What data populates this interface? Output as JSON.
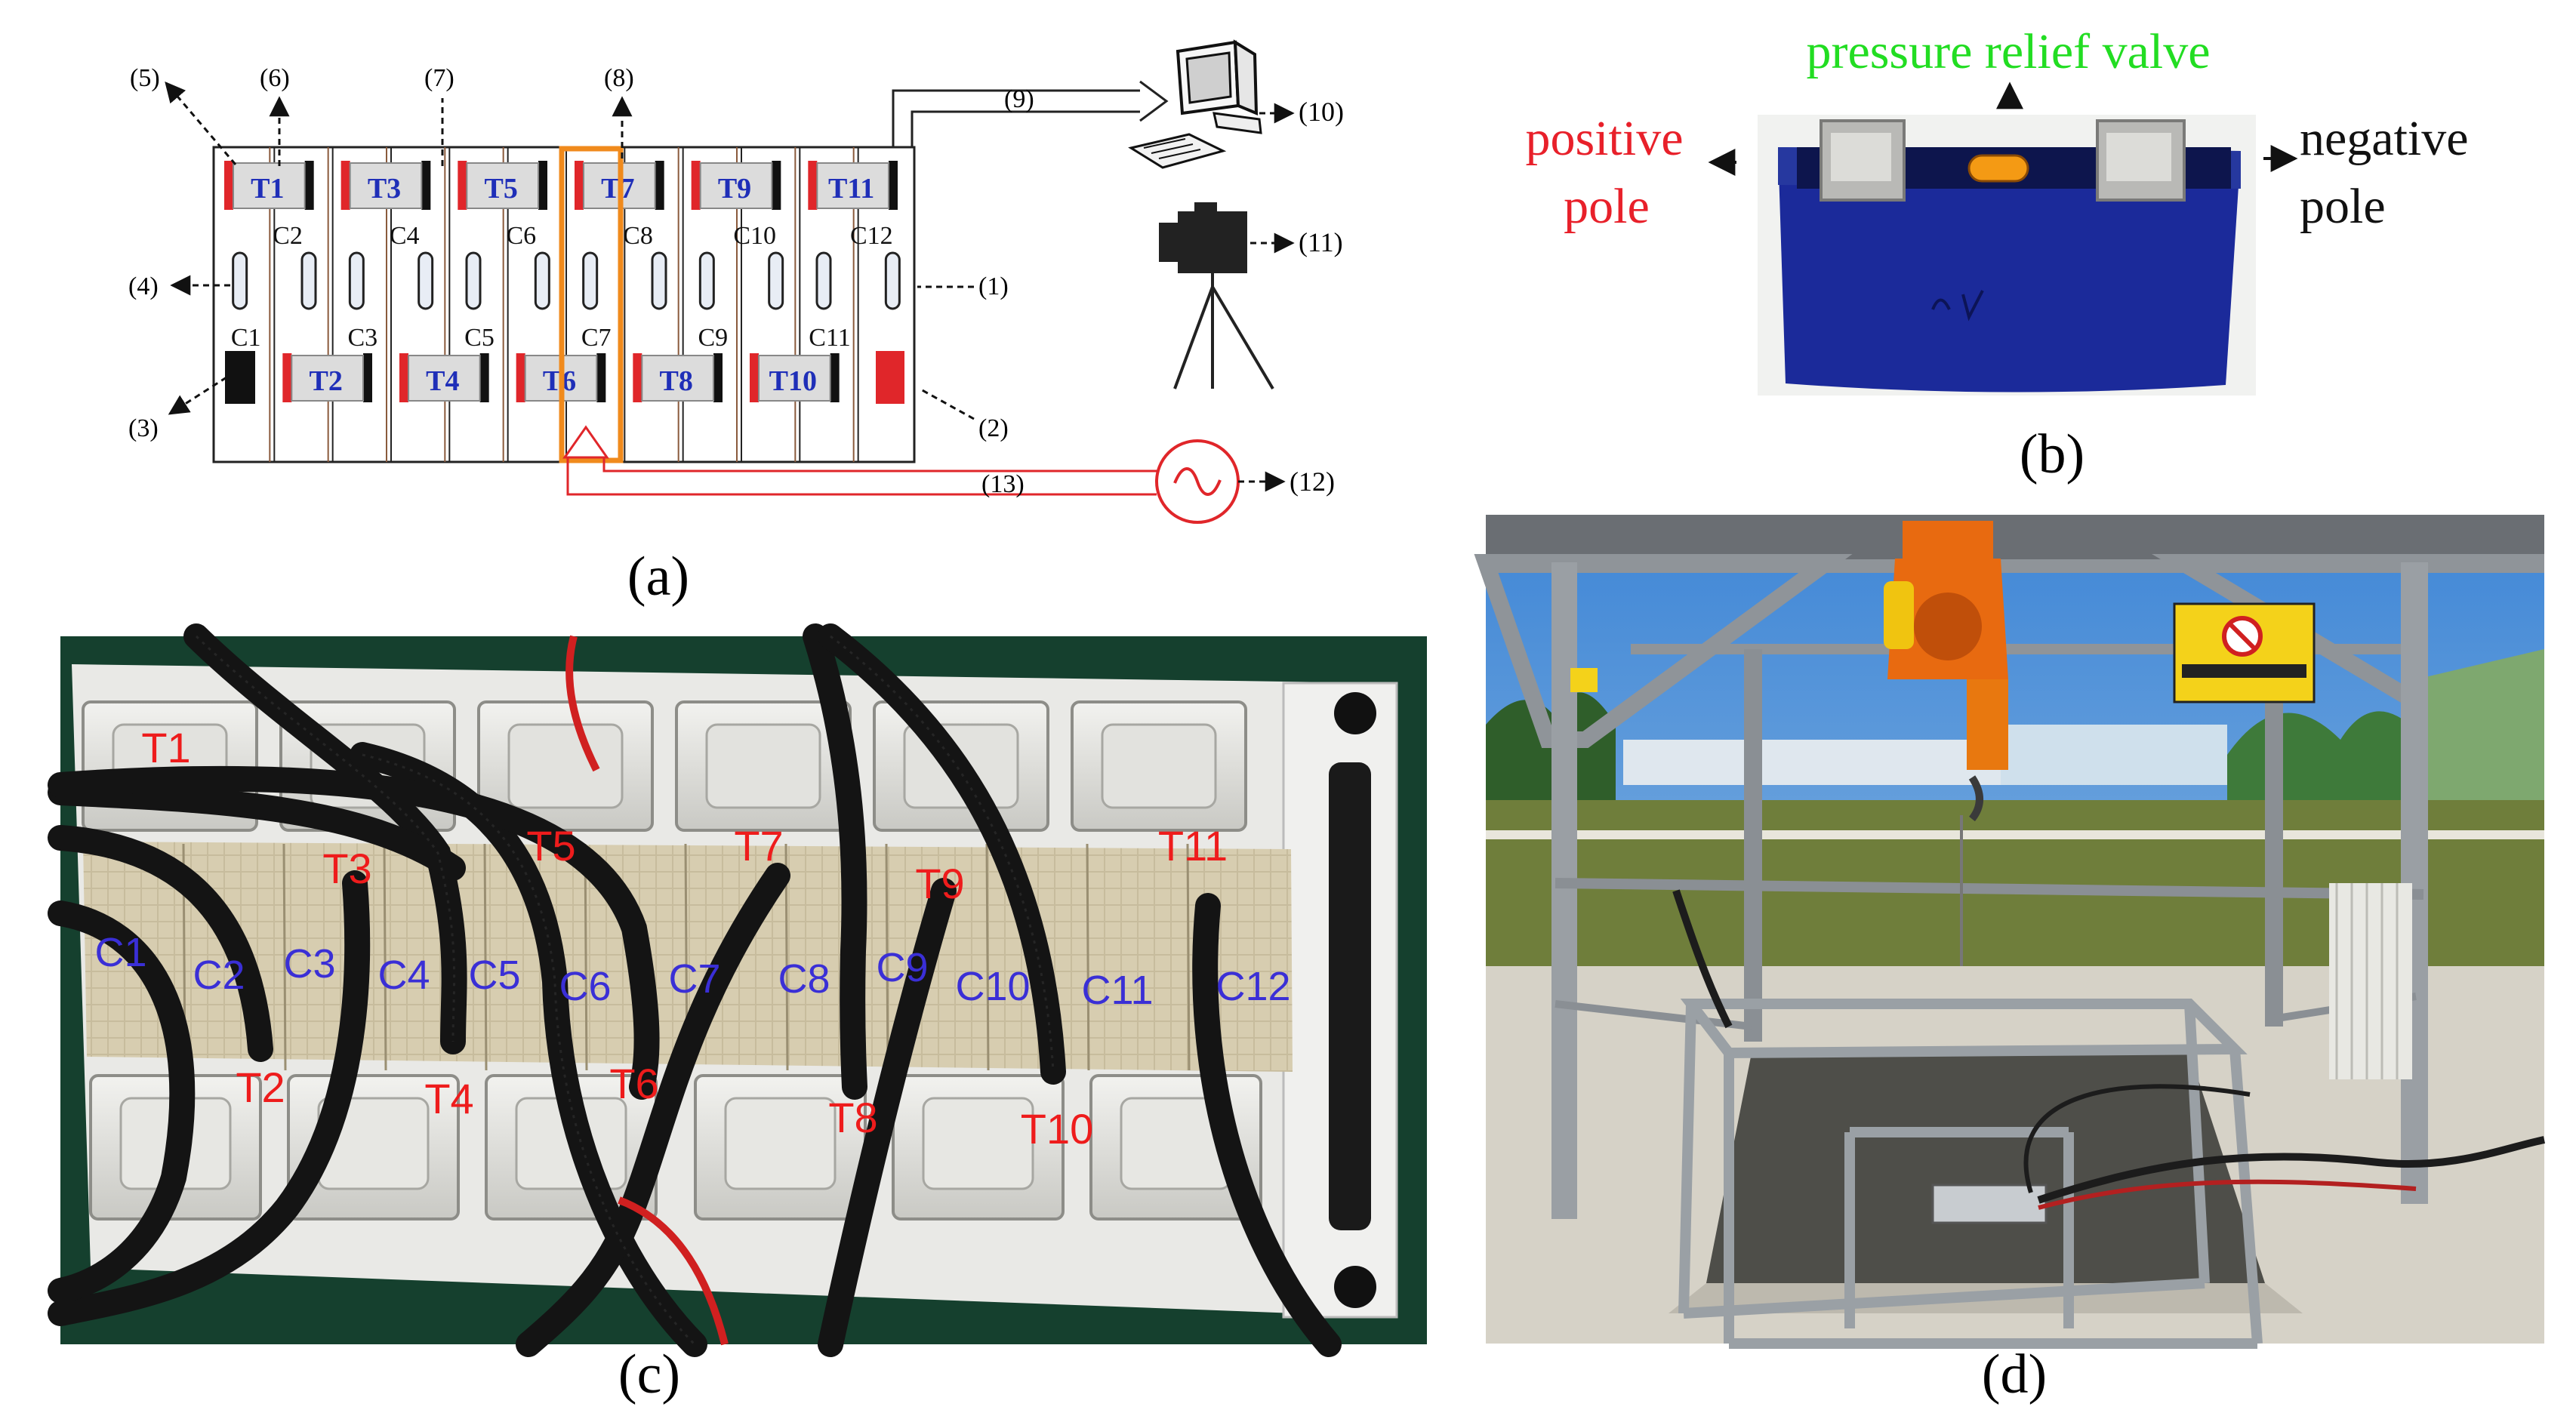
{
  "panel_a": {
    "caption": "(a)",
    "cells": [
      "C1",
      "C2",
      "C3",
      "C4",
      "C5",
      "C6",
      "C7",
      "C8",
      "C9",
      "C10",
      "C11",
      "C12"
    ],
    "top_sensors": [
      "T1",
      "T3",
      "T5",
      "T7",
      "T9",
      "T11"
    ],
    "bottom_sensors": [
      "T2",
      "T4",
      "T6",
      "T8",
      "T10"
    ],
    "callouts": {
      "n1": "(1)",
      "n2": "(2)",
      "n3": "(3)",
      "n4": "(4)",
      "n5": "(5)",
      "n6": "(6)",
      "n7": "(7)",
      "n8": "(8)",
      "n9": "(9)",
      "n10": "(10)",
      "n11": "(11)",
      "n12": "(12)",
      "n13": "(13)"
    },
    "colors": {
      "sensor_text": "#1f2fb8",
      "heater": "#e0262a",
      "electrode_dark": "#111111",
      "heated_cell_border": "#f08a1c"
    }
  },
  "panel_b": {
    "caption": "(b)",
    "valve_label": "pressure relief valve",
    "positive_label_1": "positive",
    "positive_label_2": "pole",
    "negative_label_1": "negative",
    "negative_label_2": "pole",
    "colors": {
      "valve": "#22dd22",
      "positive": "#e8202a",
      "negative": "#111111"
    }
  },
  "panel_c": {
    "caption": "(c)",
    "cell_labels": [
      "C1",
      "C2",
      "C3",
      "C4",
      "C5",
      "C6",
      "C7",
      "C8",
      "C9",
      "C10",
      "C11",
      "C12"
    ],
    "sensor_labels": [
      "T1",
      "T2",
      "T3",
      "T4",
      "T5",
      "T6",
      "T7",
      "T8",
      "T9",
      "T10",
      "T11"
    ]
  },
  "panel_d": {
    "caption": "(d)"
  }
}
